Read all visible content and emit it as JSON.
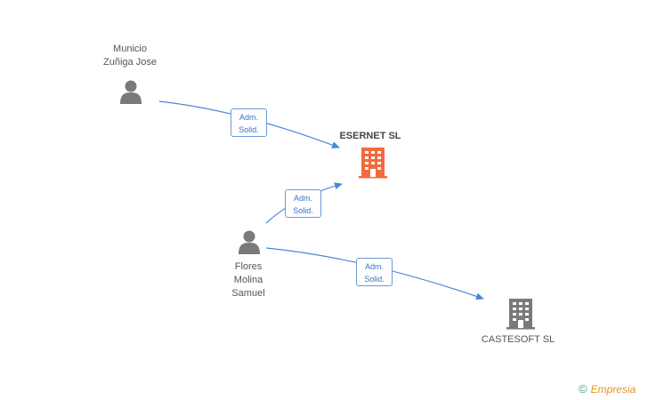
{
  "nodes": {
    "municio": {
      "label": "Municio\nZuñiga Jose",
      "kind": "person"
    },
    "flores": {
      "label": "Flores\nMolina\nSamuel",
      "kind": "person"
    },
    "esernet": {
      "label": "ESERNET SL",
      "kind": "company",
      "color": "#f26a3d"
    },
    "castesoft": {
      "label": "CASTESOFT SL",
      "kind": "company",
      "color": "#7a7a7a"
    }
  },
  "edges": [
    {
      "from": "municio",
      "to": "esernet",
      "line1": "Adm.",
      "line2": "Solid."
    },
    {
      "from": "flores",
      "to": "esernet",
      "line1": "Adm.",
      "line2": "Solid."
    },
    {
      "from": "flores",
      "to": "castesoft",
      "line1": "Adm.",
      "line2": "Solid."
    }
  ],
  "brand": {
    "copyright": "©",
    "name": "Empresia"
  },
  "colors": {
    "edge": "#4a86d8",
    "person": "#7a7a7a"
  }
}
